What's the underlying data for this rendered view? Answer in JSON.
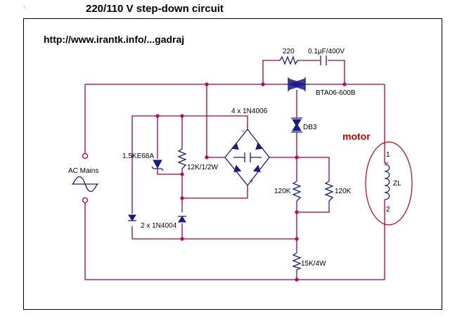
{
  "title": "220/110 V step-down circuit",
  "url": "http://www.irantk.info/...gadraj",
  "labels": {
    "r_snubber": "220",
    "c_snubber": "0.1µF/400V",
    "triac": "BTA06-600B",
    "bridge": "4 x 1N4006",
    "diac": "DB3",
    "motor": "motor",
    "tvs": "1.5KE68A",
    "r_12k": "12K/1/2W",
    "ac_mains": "AC Mains",
    "r_120k_a": "120K",
    "r_120k_b": "120K",
    "diodes": "2 x 1N4004",
    "r_15k": "15K/4W",
    "zl": "ZL",
    "pin1": "1",
    "pin2": "2"
  },
  "colors": {
    "wire": "#a0004a",
    "component": "#1a1a8c",
    "node": "#c8005a",
    "motor_highlight": "#cc0000"
  }
}
